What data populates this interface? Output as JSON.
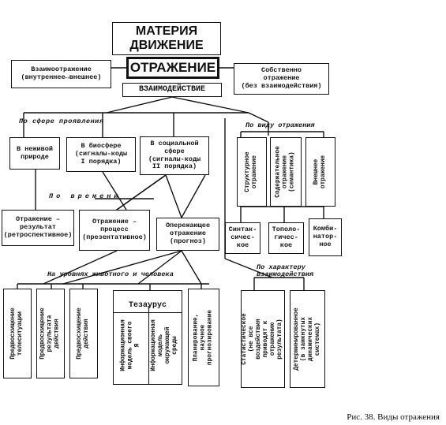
{
  "top": {
    "line1": "МАТЕРИЯ",
    "line2": "ДВИЖЕНИЕ",
    "reflection": "ОТРАЖЕНИЕ",
    "interaction": "ВЗАИМОДЕЙСТВИЕ"
  },
  "side": {
    "left": "Взаимоотражение\n(внутреннее↔внешнее)",
    "right": "Собственно\nотражение\n(без взаимодействия)"
  },
  "labels": {
    "sphere": "По сфере проявления",
    "kind": "По виду отражения",
    "time": "По времени",
    "levels": "На уровнях животного и человека",
    "character": "По характеру\nвзаимодействия"
  },
  "sphere_boxes": [
    "В неживой\nприроде",
    "В биосфере\n(сигналы-коды\nI порядка)",
    "В социальной\nсфере\n(сигналы-коды\nII порядка)"
  ],
  "kind_boxes": [
    "Структурное\nотражение",
    "Содержательное\nотражение\n(семантика)",
    "Внешнее\nотражение"
  ],
  "kind_sub": [
    "Синтак-\nсичес-\nкое",
    "Тополо-\nгичес-\nкое",
    "Комби-\nнатор-\nное"
  ],
  "time_boxes": [
    "Отражение –\nрезультат\n(ретроспективное)",
    "Отражение –\nпроцесс\n(презентативное)",
    "Опережающее\nотражение\n(прогноз)"
  ],
  "level_boxes": [
    "Предвосхищение\nтелеситуации",
    "Предвосхищение\nрезультата\nдействия",
    "Предвосхищение\nдействия"
  ],
  "thesaurus": {
    "title": "Тезаурус",
    "left": "Информационная\nмодель своего Я",
    "right": "Информационная\nмодель\nокружающей\nсреды"
  },
  "planning": "Планирование,\nнаучное\nпрогнозирование",
  "character_boxes": [
    "Статистическое\n(не все воздействия\nприводят к отражению\nрезультата)",
    "Детерминированное\n(в замкнутых\nдинамических\nсистемах)"
  ],
  "caption": "Рис. 38. Виды отражения"
}
